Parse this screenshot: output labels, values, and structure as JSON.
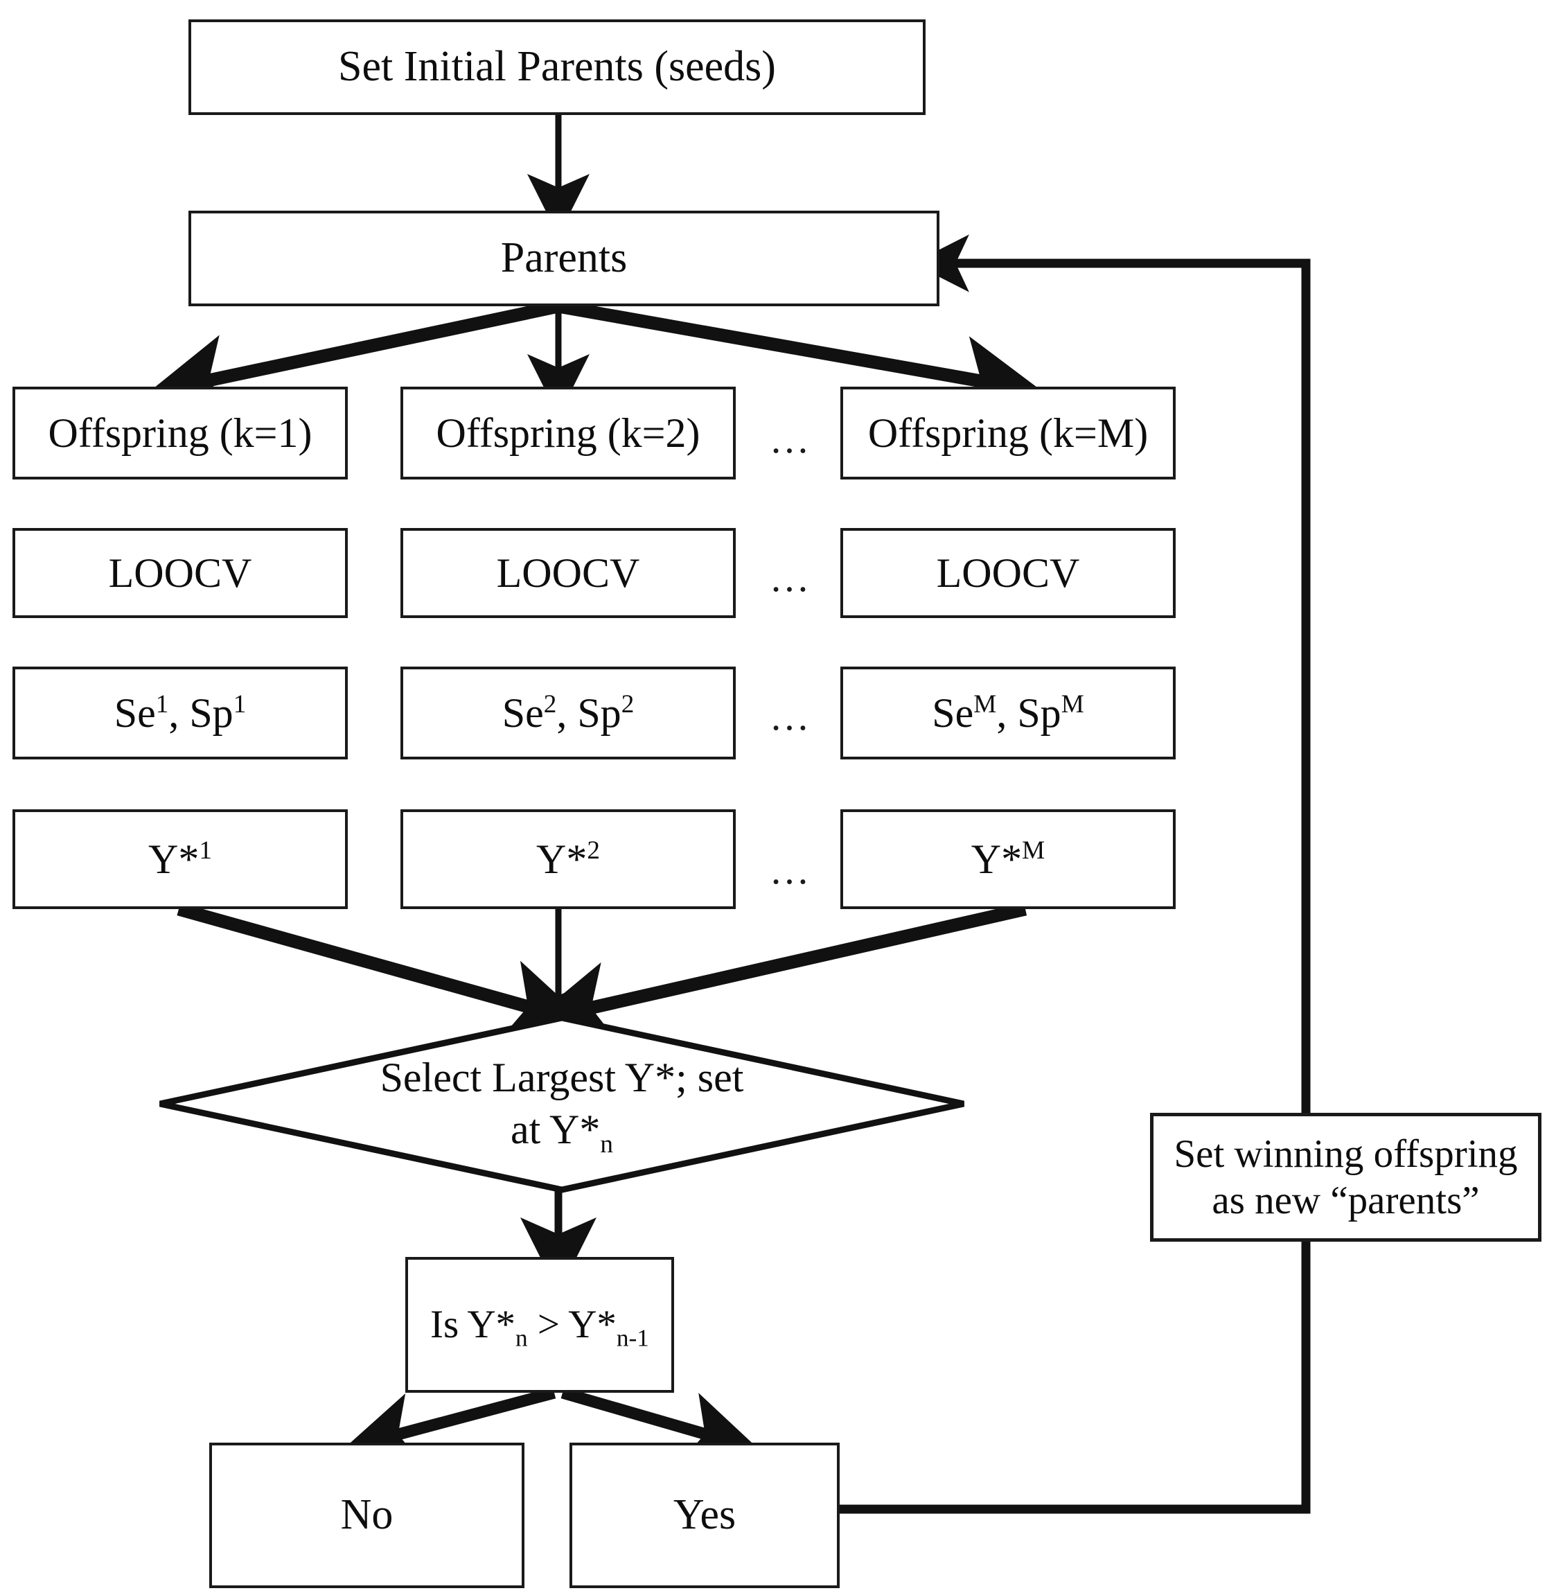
{
  "diagram": {
    "title": "Genetic algorithm flowchart",
    "type": "flowchart",
    "stroke_color": "#1a1a1a",
    "background_color": "#ffffff",
    "text_color": "#0d0d0d"
  },
  "nodes": {
    "set_initial_parents": "Set Initial Parents (seeds)",
    "parents": "Parents",
    "offspring_1": "Offspring (k=1)",
    "offspring_2": "Offspring (k=2)",
    "offspring_m": "Offspring (k=M)",
    "loocv_1": "LOOCV",
    "loocv_2": "LOOCV",
    "loocv_m": "LOOCV",
    "sesp_1_base": "Se",
    "sesp_1_sup_a": "1",
    "sesp_1_mid": ", Sp",
    "sesp_1_sup_b": "1",
    "sesp_2_base": "Se",
    "sesp_2_sup_a": "2",
    "sesp_2_mid": ", Sp",
    "sesp_2_sup_b": "2",
    "sesp_m_base": "Se",
    "sesp_m_sup_a": "M",
    "sesp_m_mid": ", Sp",
    "sesp_m_sup_b": "M",
    "ystar_1_base": "Y*",
    "ystar_1_sup": "1",
    "ystar_2_base": "Y*",
    "ystar_2_sup": "2",
    "ystar_m_base": "Y*",
    "ystar_m_sup": "M",
    "select_largest_line1": "Select Largest Y*; set",
    "select_largest_line2_a": "at Y*",
    "select_largest_line2_sub": "n",
    "decision_a": "Is Y*",
    "decision_sub_a": "n",
    "decision_b": " > Y*",
    "decision_sub_b": "n-1",
    "answer_no": "No",
    "answer_yes": "Yes",
    "set_winning_line1": "Set winning offspring",
    "set_winning_line2": "as new “parents”"
  },
  "ellipses": {
    "row_offspring": "…",
    "row_loocv": "…",
    "row_sesp": "…",
    "row_ystar": "…"
  },
  "edges": [
    {
      "name": "seeds-to-parents",
      "from": "set_initial_parents",
      "to": "parents",
      "style": "arrow-down"
    },
    {
      "name": "parents-to-offspring-1",
      "from": "parents",
      "to": "offspring_1",
      "style": "arrow-diagonal-left"
    },
    {
      "name": "parents-to-offspring-2",
      "from": "parents",
      "to": "offspring_2",
      "style": "arrow-down"
    },
    {
      "name": "parents-to-offspring-m",
      "from": "parents",
      "to": "offspring_m",
      "style": "arrow-diagonal-right"
    },
    {
      "name": "ystar1-to-diamond",
      "from": "ystar_1",
      "to": "select_largest",
      "style": "arrow-diagonal-right"
    },
    {
      "name": "ystar2-to-diamond",
      "from": "ystar_2",
      "to": "select_largest",
      "style": "arrow-down"
    },
    {
      "name": "ystarm-to-diamond",
      "from": "ystar_m",
      "to": "select_largest",
      "style": "arrow-diagonal-left"
    },
    {
      "name": "diamond-to-decision",
      "from": "select_largest",
      "to": "decision",
      "style": "arrow-down"
    },
    {
      "name": "decision-to-no",
      "from": "decision",
      "to": "answer_no",
      "style": "arrow-diagonal-left"
    },
    {
      "name": "decision-to-yes",
      "from": "decision",
      "to": "answer_yes",
      "style": "arrow-diagonal-right"
    },
    {
      "name": "yes-to-parents-feedback",
      "from": "answer_yes",
      "to": "parents",
      "style": "orthogonal-arrow-left",
      "passes_through": "set_winning_offspring"
    }
  ]
}
